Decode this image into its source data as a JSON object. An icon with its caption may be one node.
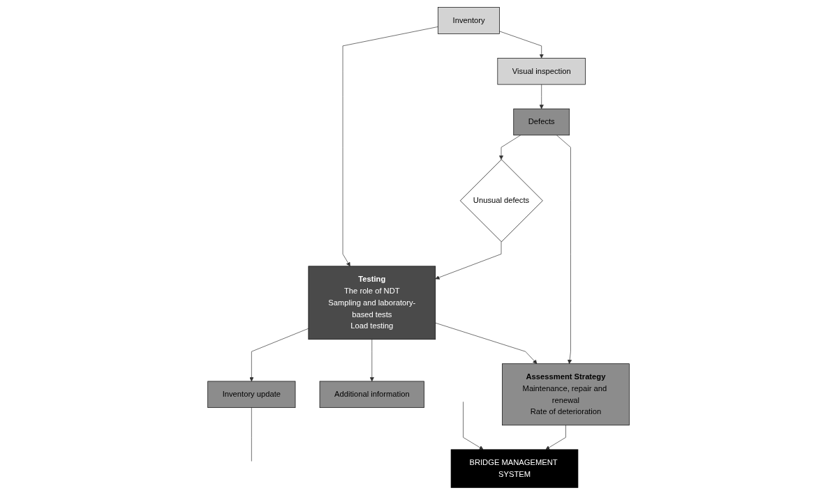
{
  "diagram": {
    "nodes": [
      {
        "text": [
          "Visual inspection"
        ]
      },
      {
        "text": [
          "Inventory"
        ]
      },
      {
        "text": [
          "Defects"
        ]
      },
      {
        "text": [
          "Unusual defects"
        ]
      },
      {
        "text": [
          "Assessment Strategy",
          "Maintenance, repair and renewal",
          "Rate of deterioration"
        ]
      },
      {
        "text": [
          "Testing",
          "The role of NDT",
          "Sampling and laboratory-based tests",
          "Load testing"
        ]
      },
      {
        "text": [
          "Additional information"
        ]
      },
      {
        "text": [
          "Inventory update"
        ]
      },
      {
        "text": [
          "BRIDGE MANAGEMENT SYSTEM"
        ]
      }
    ],
    "edges": [
      {
        "from": 1,
        "to": 0,
        "arrow": "to"
      },
      {
        "from": 0,
        "to": 2,
        "arrow": "to"
      },
      {
        "from": 2,
        "to": 3,
        "arrow": "to"
      },
      {
        "from": 2,
        "to": 4,
        "arrow": "to"
      },
      {
        "from": 3,
        "to": 5,
        "arrow": "to"
      },
      {
        "from": 1,
        "to": 5,
        "arrow": "to"
      },
      {
        "from": 5,
        "to": 6,
        "arrow": "to"
      },
      {
        "from": 5,
        "to": 7,
        "arrow": "to"
      },
      {
        "from": 5,
        "to": 4,
        "arrow": "to"
      },
      {
        "from": 4,
        "to": 8,
        "arrow": "to"
      },
      {
        "from": null,
        "to": 8,
        "arrow": "to"
      },
      {
        "from": 7,
        "to": null,
        "arrow": "none"
      }
    ]
  }
}
